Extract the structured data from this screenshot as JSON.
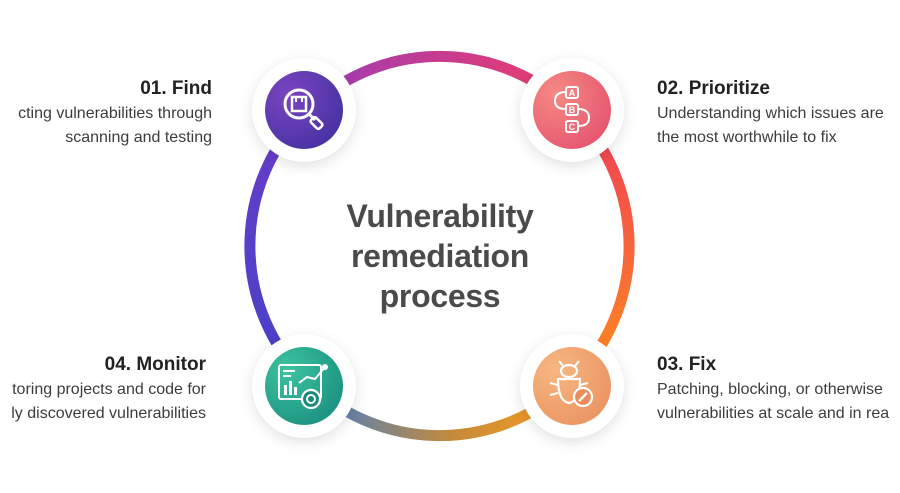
{
  "center": {
    "line1": "Vulnerability",
    "line2": "remediation",
    "line3": "process"
  },
  "steps": [
    {
      "title": "01. Find",
      "desc1": "cting vulnerabilities through",
      "desc2": "scanning and testing",
      "icon": "magnifier-box-icon",
      "colors": [
        "#6a3ab2",
        "#3d2fa0"
      ]
    },
    {
      "title": "02. Prioritize",
      "desc1": "Understanding which issues are",
      "desc2": "the most worthwhile to fix",
      "icon": "abc-flow-icon",
      "colors": [
        "#f07b7b",
        "#e0486b"
      ]
    },
    {
      "title": "03. Fix",
      "desc1": "Patching, blocking, or otherwise",
      "desc2": "vulnerabilities at scale and in rea",
      "icon": "bug-wrench-icon",
      "colors": [
        "#f5b07a",
        "#e98a5a"
      ]
    },
    {
      "title": "04. Monitor",
      "desc1": "toring projects and code for",
      "desc2": "ly discovered vulnerabilities",
      "icon": "dashboard-chart-icon",
      "colors": [
        "#2fb596",
        "#158a78"
      ]
    }
  ],
  "ring_colors": {
    "top": [
      "#9b3bb5",
      "#ef3d6a"
    ],
    "right": [
      "#ef3d5a",
      "#ff8a1e"
    ],
    "bottom": [
      "#3f6fd0",
      "#f5a623"
    ],
    "left": [
      "#5a3fd0",
      "#4b3cc8"
    ]
  }
}
